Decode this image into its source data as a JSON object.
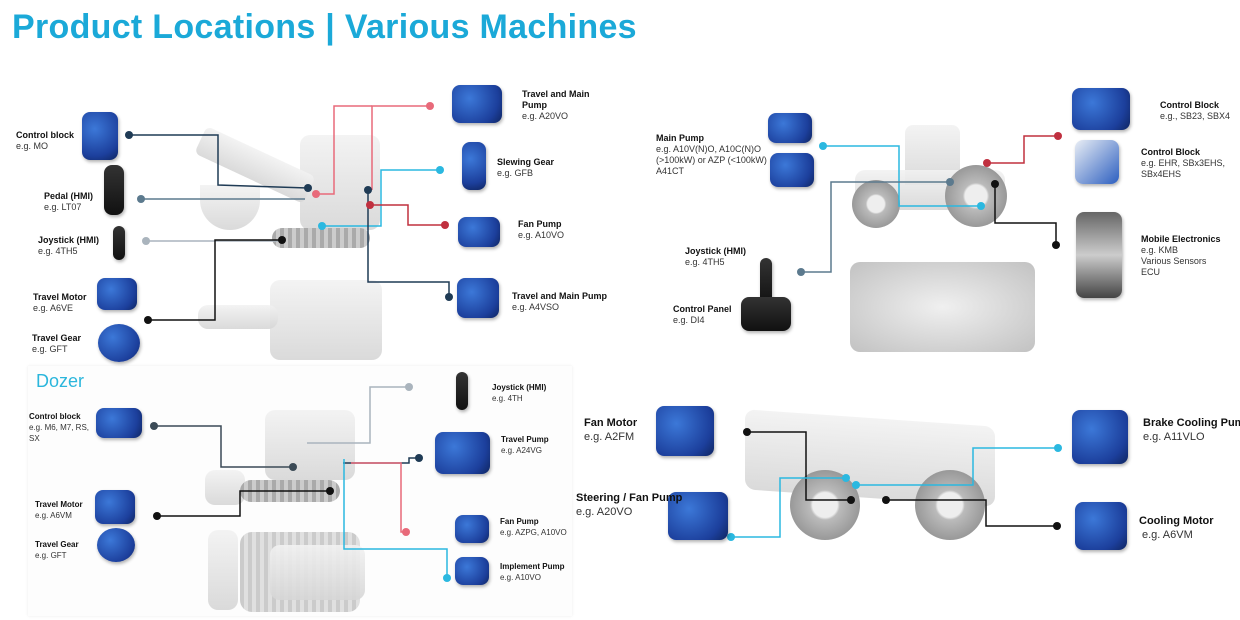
{
  "title": "Product Locations | Various Machines",
  "colors": {
    "accent": "#1ba9d8",
    "line_red": "#e0404f",
    "line_pink": "#e86a7a",
    "line_cyan": "#2bb8e0",
    "line_navy": "#1f3b55",
    "line_black": "#111111",
    "line_grey": "#aab4bd"
  },
  "excavator": {
    "left": [
      {
        "name": "Control block",
        "example": "e.g. MO"
      },
      {
        "name": "Pedal (HMI)",
        "example": "e.g. LT07"
      },
      {
        "name": "Joystick (HMI)",
        "example": "e.g. 4TH5"
      },
      {
        "name": "Travel Motor",
        "example": "e.g. A6VE"
      },
      {
        "name": "Travel Gear",
        "example": "e.g. GFT"
      }
    ],
    "right": [
      {
        "name": "Travel and Main Pump",
        "example": "e.g. A20VO"
      },
      {
        "name": "Slewing Gear",
        "example": "e.g. GFB"
      },
      {
        "name": "Fan Pump",
        "example": "e.g. A10VO"
      },
      {
        "name": "Travel and Main Pump",
        "example": "e.g. A4VSO"
      }
    ]
  },
  "tractor": {
    "main_pump": {
      "name": "Main Pump",
      "lines": [
        "e.g. A10V(N)O, A10C(N)O",
        "(>100kW) or AZP (<100kW)",
        "A41CT"
      ]
    },
    "joystick": {
      "name": "Joystick (HMI)",
      "example": "e.g. 4TH5"
    },
    "control_panel": {
      "name": "Control Panel",
      "example": "e.g. DI4"
    },
    "control_block_1": {
      "name": "Control Block",
      "example": "e.g., SB23, SBX4"
    },
    "control_block_2": {
      "name": "Control Block",
      "lines": [
        "e.g. EHR, SBx3EHS,",
        "SBx4EHS"
      ]
    },
    "mobile_electronics": {
      "name": "Mobile Electronics",
      "lines": [
        "e.g. KMB",
        "Various Sensors",
        "ECU"
      ]
    }
  },
  "dozer": {
    "title": "Dozer",
    "control_block": {
      "name": "Control block",
      "lines": [
        "e.g. M6, M7, RS,",
        "SX"
      ]
    },
    "travel_motor": {
      "name": "Travel Motor",
      "example": "e.g. A6VM"
    },
    "travel_gear": {
      "name": "Travel Gear",
      "example": "e.g. GFT"
    },
    "joystick": {
      "name": "Joystick (HMI)",
      "example": "e.g. 4TH"
    },
    "travel_pump": {
      "name": "Travel Pump",
      "example": "e.g. A24VG"
    },
    "fan_pump": {
      "name": "Fan Pump",
      "example": "e.g. AZPG, A10VO"
    },
    "implement_pump": {
      "name": "Implement Pump",
      "example": "e.g. A10VO"
    }
  },
  "truck": {
    "fan_motor": {
      "name": "Fan Motor",
      "example": "e.g. A2FM"
    },
    "steering_pump": {
      "name": "Steering / Fan Pump",
      "example": "e.g. A20VO"
    },
    "brake_cooling_pump": {
      "name": "Brake Cooling Pum",
      "example": "e.g. A11VLO"
    },
    "cooling_motor": {
      "name": "Cooling Motor",
      "example": "e.g. A6VM"
    }
  }
}
